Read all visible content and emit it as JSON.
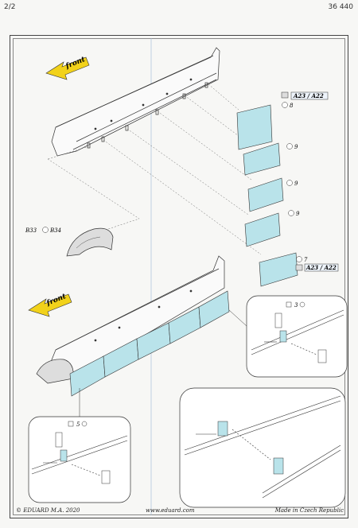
{
  "header": {
    "page": "2/2",
    "sheet_number": "36 440"
  },
  "labels": {
    "front_1": "front",
    "front_2": "front",
    "ref_top": "A23 / A22",
    "num_8": "8",
    "num_9a": "9",
    "num_9b": "9",
    "num_9c": "9",
    "num_7": "7",
    "ref_bottom": "A23 / A22",
    "b33": "B33",
    "b34": "B34",
    "detail_step_right": "3",
    "detail_step_left": "5"
  },
  "footer": {
    "copyright": "© EDUARD  M.A. 2020",
    "website": "www.eduard.com",
    "origin": "Made in Czech Republic"
  },
  "colors": {
    "arrow": "#f2d21a",
    "plate": "#b9e3ea",
    "line": "#333333",
    "dash": "#6a6a6a"
  }
}
